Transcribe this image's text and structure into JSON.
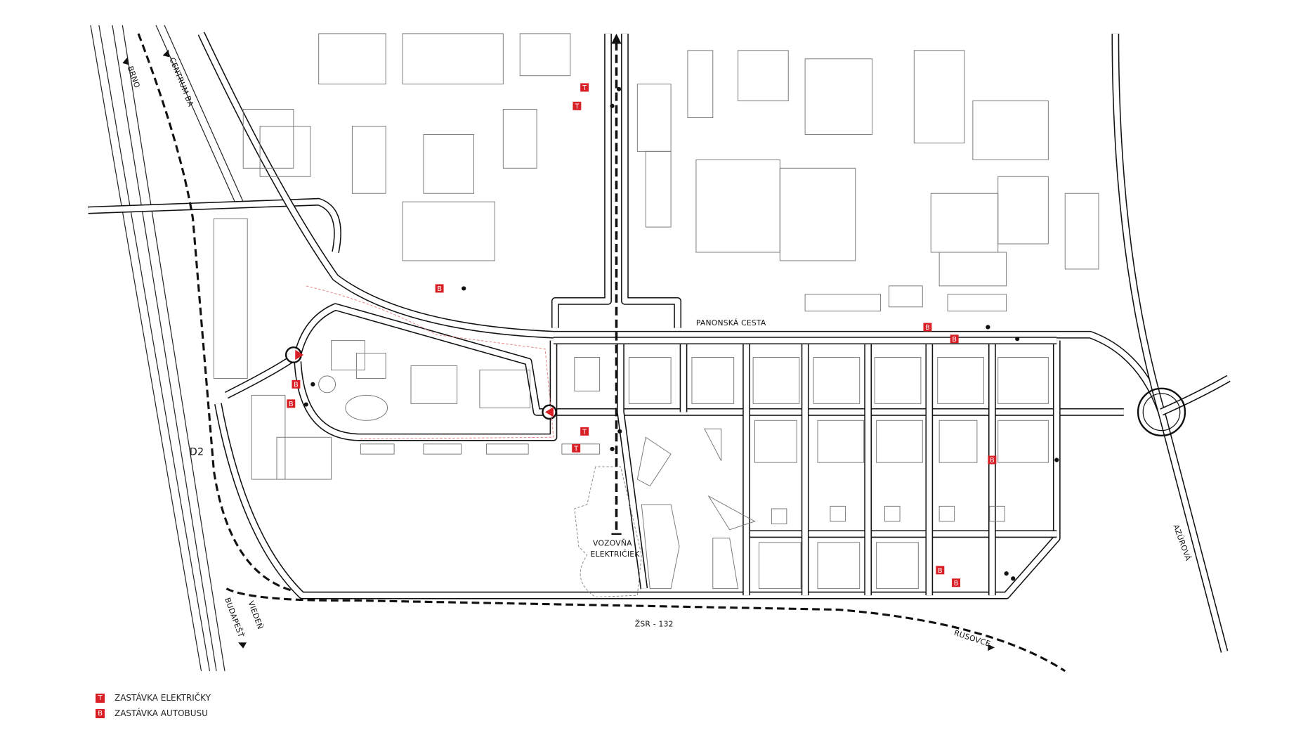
{
  "labels": {
    "brno": "BRNO",
    "centrum": "CENTRUM BA",
    "d2": "D2",
    "vieden": "VIEDEŇ",
    "budapest": "BUDAPEŠŤ",
    "panonska": "PANONSKÁ CESTA",
    "vozovna_1": "VOZOVŇA",
    "vozovna_2": "ELEKTRIČIEK",
    "zsr": "ŽSR - 132",
    "rusovce": "RUSOVCE",
    "azurova": "AZÚROVÁ"
  },
  "stops": {
    "tram_letter": "T",
    "bus_letter": "B"
  },
  "legend": [
    {
      "letter": "T",
      "label": "ZASTÁVKA ELEKTRIČKY"
    },
    {
      "letter": "B",
      "label": "ZASTÁVKA AUTOBUSU"
    }
  ],
  "colors": {
    "stop": "#d81f26",
    "line": "#111111"
  }
}
